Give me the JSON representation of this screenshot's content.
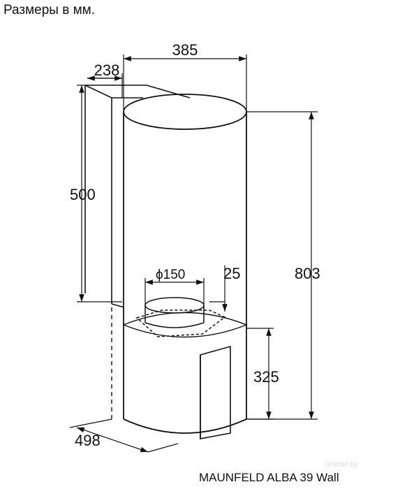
{
  "header": {
    "caption": "Размеры в мм."
  },
  "footer": {
    "model_name": "MAUNFELD ALBA 39 Wall"
  },
  "dimensions": {
    "top_width": "385",
    "depth": "238",
    "upper_height": "500",
    "total_height": "803",
    "duct_diameter": "ϕ150",
    "duct_offset": "25",
    "lower_height": "325",
    "base_depth": "498"
  },
  "watermark": "onliner.by",
  "colors": {
    "line": "#111111",
    "paper": "#ffffff"
  }
}
